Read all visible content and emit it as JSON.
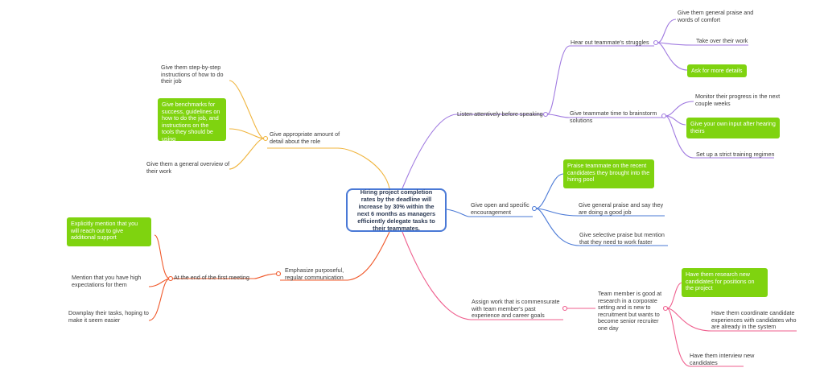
{
  "root": {
    "text": "Hiring project completion rates by the deadline will increase by 30% within the next 6 months as managers efficiently delegate tasks to their teammates."
  },
  "colors": {
    "purple": "#a07ae0",
    "blue": "#4a79d6",
    "pink": "#ef5f8e",
    "orange": "#f0b43c",
    "red": "#f0582a",
    "highlight": "#7fd30f"
  },
  "branches": {
    "listen": {
      "label": "Listen attentively before speaking",
      "struggles": {
        "label": "Hear out teammate's struggles",
        "items": [
          "Give them general praise and words of comfort",
          "Take over their work",
          "Ask for more details"
        ]
      },
      "brainstorm": {
        "label": "Give teammate time to brainstorm solutions",
        "items": [
          "Monitor their progress in the next couple weeks",
          "Give your own input after hearing theirs",
          "Set up a strict training regimen"
        ]
      }
    },
    "encourage": {
      "label": "Give open and specific encouragement",
      "items": [
        "Praise teammate on the recent candidates they brought into the hiring pool",
        "Give general praise and say they are doing a good job",
        "Give selective praise but mention that they need to work faster"
      ]
    },
    "assign": {
      "label": "Assign work that is commensurate with team member's past experience and career goals",
      "scenario": {
        "label": "Team member is good at research in a corporate setting and is new to recruitment but wants to become senior recruiter one day",
        "items": [
          "Have them research new candidates for positions on the project",
          "Have them coordinate candidate experiences with candidates who are already in the system",
          "Have them interview new candidates"
        ]
      }
    },
    "detail": {
      "label": "Give appropriate amount of detail about the role",
      "items": [
        "Give them step-by-step instructions of how to do their job",
        "Give benchmarks for success, guidelines on how to do the job, and instructions on the tools they should be using",
        "Give them a general overview of their work"
      ]
    },
    "communicate": {
      "label": "Emphasize purposeful, regular communication",
      "meeting": {
        "label": "At the end of the first meeting",
        "items": [
          "Explicitly mention that you will reach out to give additional support",
          "Mention that you have high expectations for them",
          "Downplay their tasks, hoping to make it seem easier"
        ]
      }
    }
  }
}
